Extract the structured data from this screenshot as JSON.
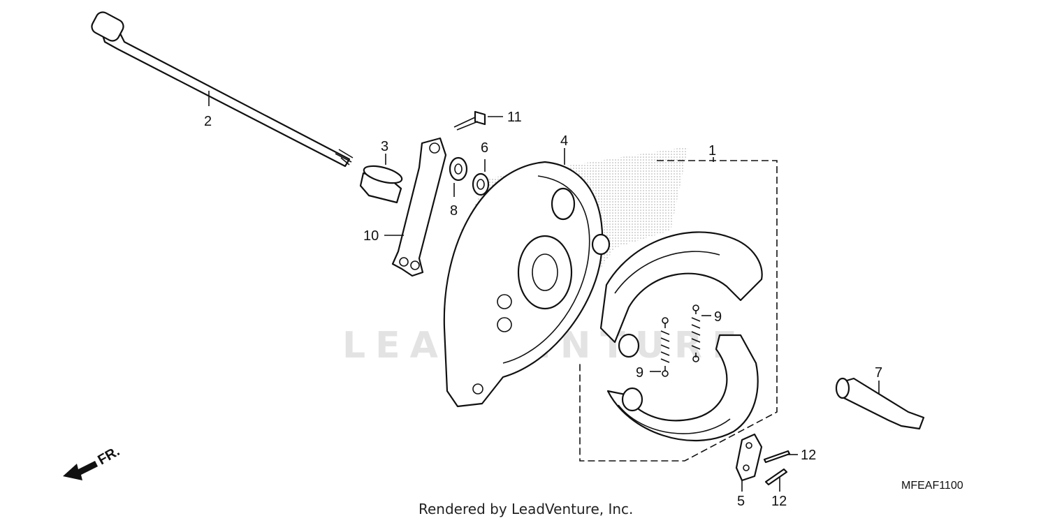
{
  "watermark": "LEADVENTURE",
  "diagram_code": "MFEAF1100",
  "footer": "Rendered by LeadVenture, Inc.",
  "direction_label": "FR.",
  "callouts": {
    "c1": "1",
    "c2": "2",
    "c3": "3",
    "c4": "4",
    "c5": "5",
    "c6": "6",
    "c7": "7",
    "c8": "8",
    "c9a": "9",
    "c9b": "9",
    "c10": "10",
    "c11": "11",
    "c12a": "12",
    "c12b": "12"
  }
}
